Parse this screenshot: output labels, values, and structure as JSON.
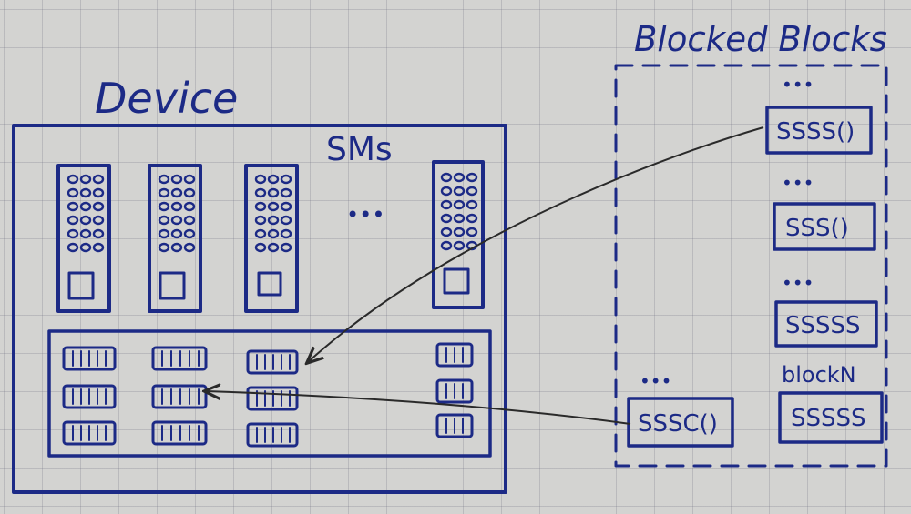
{
  "labels": {
    "device": "Device",
    "sms": "SMs",
    "ellipsis": "•••",
    "blocked_blocks": "Blocked Blocks",
    "block_n": "blockN"
  },
  "queue_blocks": [
    {
      "text": "SSSS()"
    },
    {
      "text": "SSS()"
    },
    {
      "text": "SSSSS"
    },
    {
      "text": "SSSSS"
    }
  ],
  "waiting_block": {
    "text": "SSSC()"
  },
  "colors": {
    "ink": "#1c2a86",
    "arrow": "#2a2a2a",
    "paper": "#d3d3d1",
    "grid": "#8a8aa0"
  }
}
